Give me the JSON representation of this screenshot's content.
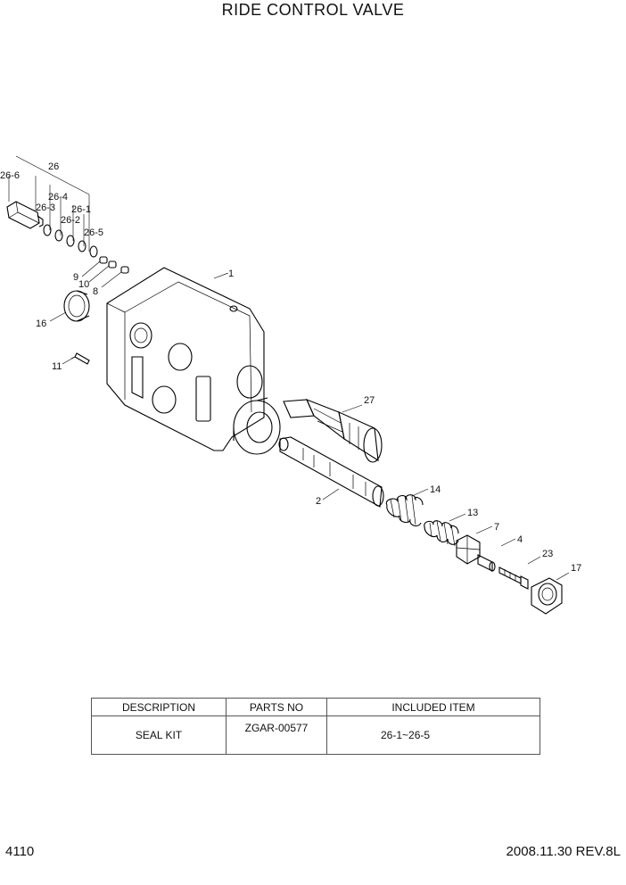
{
  "title": "RIDE CONTROL VALVE",
  "callouts": {
    "c1": "1",
    "c2": "2",
    "c4": "4",
    "c7": "7",
    "c8": "8",
    "c9": "9",
    "c10": "10",
    "c11": "11",
    "c13": "13",
    "c14": "14",
    "c16": "16",
    "c17": "17",
    "c23": "23",
    "c26": "26",
    "c26_1": "26-1",
    "c26_2": "26-2",
    "c26_3": "26-3",
    "c26_4": "26-4",
    "c26_5": "26-5",
    "c26_6": "26-6",
    "c27": "27"
  },
  "table": {
    "headers": [
      "DESCRIPTION",
      "PARTS NO",
      "INCLUDED ITEM"
    ],
    "rows": [
      [
        "SEAL KIT",
        "ZGAR-00577",
        "26-1~26-5"
      ]
    ]
  },
  "footer": {
    "page_number": "4110",
    "revision": "2008.11.30  REV.8L"
  }
}
